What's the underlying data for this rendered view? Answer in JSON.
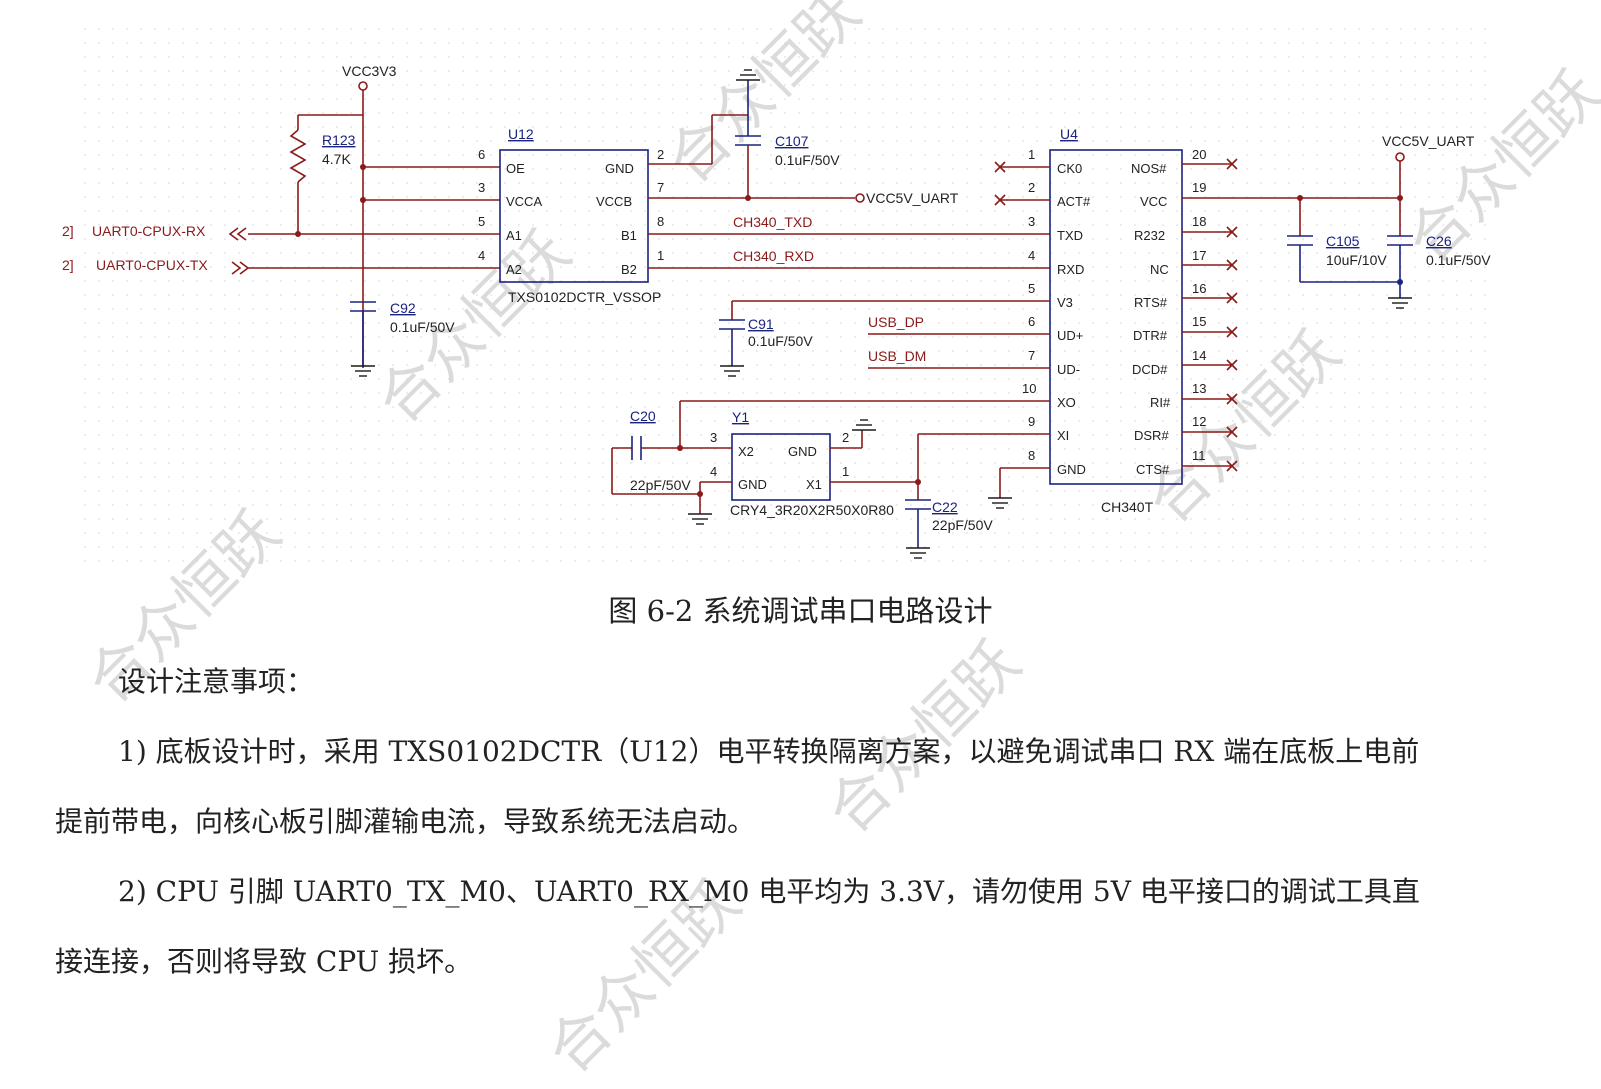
{
  "schematic": {
    "power": {
      "vcc3v3": "VCC3V3",
      "vcc5v_uart_top": "VCC5V_UART",
      "vcc5v_uart_net": "VCC5V_UART"
    },
    "r123": {
      "ref": "R123",
      "value": "4.7K"
    },
    "c92": {
      "ref": "C92",
      "value": "0.1uF/50V"
    },
    "c107": {
      "ref": "C107",
      "value": "0.1uF/50V"
    },
    "c91": {
      "ref": "C91",
      "value": "0.1uF/50V"
    },
    "c20": {
      "ref": "C20",
      "value": "22pF/50V"
    },
    "c22": {
      "ref": "C22",
      "value": "22pF/50V"
    },
    "c105": {
      "ref": "C105",
      "value": "10uF/10V"
    },
    "c26": {
      "ref": "C26",
      "value": "0.1uF/50V"
    },
    "u12": {
      "ref": "U12",
      "part": "TXS0102DCTR_VSSOP",
      "left_pins": [
        {
          "num": "6",
          "name": "OE"
        },
        {
          "num": "3",
          "name": "VCCA"
        },
        {
          "num": "5",
          "name": "A1"
        },
        {
          "num": "4",
          "name": "A2"
        }
      ],
      "right_pins": [
        {
          "num": "2",
          "name": "GND"
        },
        {
          "num": "7",
          "name": "VCCB"
        },
        {
          "num": "8",
          "name": "B1"
        },
        {
          "num": "1",
          "name": "B2"
        }
      ]
    },
    "u4": {
      "ref": "U4",
      "part": "CH340T",
      "left_pins": [
        {
          "num": "1",
          "name": "CK0"
        },
        {
          "num": "2",
          "name": "ACT#"
        },
        {
          "num": "3",
          "name": "TXD"
        },
        {
          "num": "4",
          "name": "RXD"
        },
        {
          "num": "5",
          "name": "V3"
        },
        {
          "num": "6",
          "name": "UD+"
        },
        {
          "num": "7",
          "name": "UD-"
        },
        {
          "num": "10",
          "name": "XO"
        },
        {
          "num": "9",
          "name": "XI"
        },
        {
          "num": "8",
          "name": "GND"
        }
      ],
      "right_pins": [
        {
          "num": "20",
          "name": "NOS#"
        },
        {
          "num": "19",
          "name": "VCC"
        },
        {
          "num": "18",
          "name": "R232"
        },
        {
          "num": "17",
          "name": "NC"
        },
        {
          "num": "16",
          "name": "RTS#"
        },
        {
          "num": "15",
          "name": "DTR#"
        },
        {
          "num": "14",
          "name": "DCD#"
        },
        {
          "num": "13",
          "name": "RI#"
        },
        {
          "num": "12",
          "name": "DSR#"
        },
        {
          "num": "11",
          "name": "CTS#"
        }
      ]
    },
    "y1": {
      "ref": "Y1",
      "part": "CRY4_3R20X2R50X0R80",
      "pins": [
        {
          "num": "3",
          "name": "X2"
        },
        {
          "num": "2",
          "name": "GND"
        },
        {
          "num": "4",
          "name": "GND"
        },
        {
          "num": "1",
          "name": "X1"
        }
      ]
    },
    "nets": {
      "rx_port": "2]",
      "rx": "UART0-CPUX-RX",
      "tx_port": "2]",
      "tx": "UART0-CPUX-TX",
      "ch340_txd": "CH340_TXD",
      "ch340_rxd": "CH340_RXD",
      "usb_dp": "USB_DP",
      "usb_dm": "USB_DM"
    }
  },
  "watermark": "合众恒跃",
  "caption": "图  6-2  系统调试串口电路设计",
  "notes": {
    "heading": "设计注意事项：",
    "item1_line1": "1)    底板设计时，采用 TXS0102DCTR（U12）电平转换隔离方案，以避免调试串口 RX 端在底板上电前",
    "item1_line2": "提前带电，向核心板引脚灌输电流，导致系统无法启动。",
    "item2_line1": "2)    CPU 引脚 UART0_TX_M0、UART0_RX_M0 电平均为 3.3V，请勿使用 5V 电平接口的调试工具直",
    "item2_line2": "接连接，否则将导致 CPU 损坏。"
  }
}
